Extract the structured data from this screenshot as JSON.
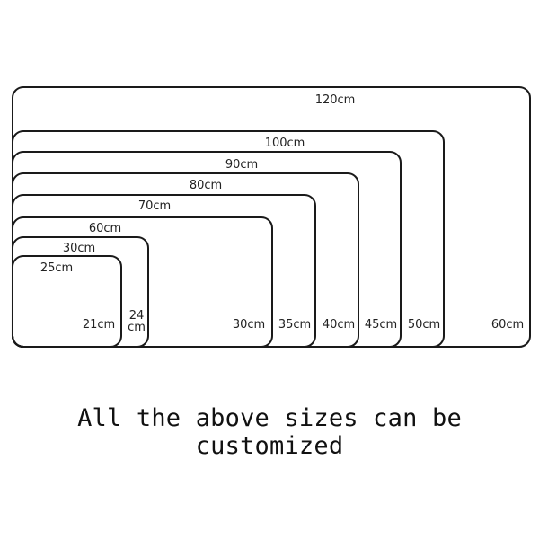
{
  "sizes": [
    {
      "width": "120cm",
      "height": "60cm"
    },
    {
      "width": "100cm",
      "height": "50cm"
    },
    {
      "width": "90cm",
      "height": "45cm"
    },
    {
      "width": "80cm",
      "height": "40cm"
    },
    {
      "width": "70cm",
      "height": "35cm"
    },
    {
      "width": "60cm",
      "height": "30cm"
    },
    {
      "width": "30cm",
      "height": "24 cm"
    },
    {
      "width": "25cm",
      "height": "21cm"
    }
  ],
  "caption": "All the above sizes can be customized",
  "colors": {
    "stroke": "#1a1a1a",
    "background": "#ffffff"
  }
}
